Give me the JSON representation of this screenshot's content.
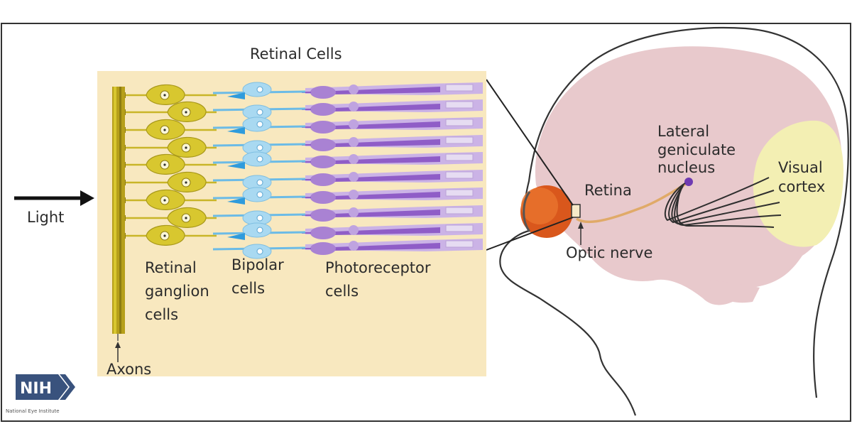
{
  "title": "Retinal Cells",
  "labels": {
    "light": "Light",
    "axons": "Axons",
    "retinal_ganglion": [
      "Retinal",
      "ganglion",
      "cells"
    ],
    "bipolar": [
      "Bipolar",
      "cells"
    ],
    "photoreceptor": [
      "Photoreceptor",
      "cells"
    ],
    "retina": "Retina",
    "lgn": [
      "Lateral",
      "geniculate",
      "nucleus"
    ],
    "visual_cortex": [
      "Visual",
      "cortex"
    ],
    "optic_nerve": "Optic nerve"
  },
  "logo": {
    "text": "NIH",
    "subtitle": "National Eye Institute"
  },
  "colors": {
    "panel": "#f8e8bf",
    "brain": "#e8c9cc",
    "cortex": "#f3efb3",
    "ganglion": "#d8c72f",
    "bipolar": "#a9d9f1",
    "photoreceptor": "#a982d3",
    "eye": "#d9571c",
    "nerve": "#e0aa68",
    "logo": "#39527d"
  }
}
